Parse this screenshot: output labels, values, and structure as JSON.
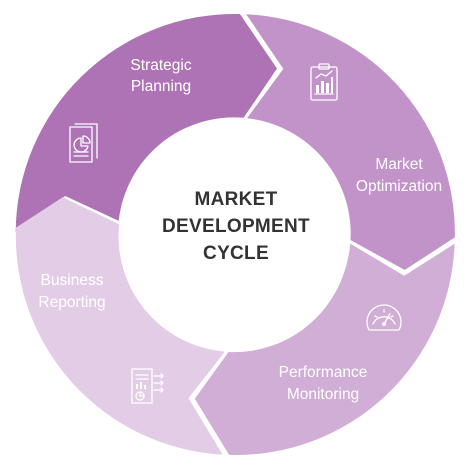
{
  "center": {
    "line1": "MARKET",
    "line2": "DEVELOPMENT",
    "line3": "CYCLE"
  },
  "segments": [
    {
      "line1": "Strategic",
      "line2": "Planning",
      "color": "#ad73b5",
      "icon": "report-pie-chart-icon"
    },
    {
      "line1": "Market",
      "line2": "Optimization",
      "color": "#c193c9",
      "icon": "bar-chart-clipboard-icon"
    },
    {
      "line1": "Performance",
      "line2": "Monitoring",
      "color": "#d1aed5",
      "icon": "speedometer-gauge-icon"
    },
    {
      "line1": "Business",
      "line2": "Reporting",
      "color": "#e3cde6",
      "icon": "document-report-icon"
    }
  ]
}
